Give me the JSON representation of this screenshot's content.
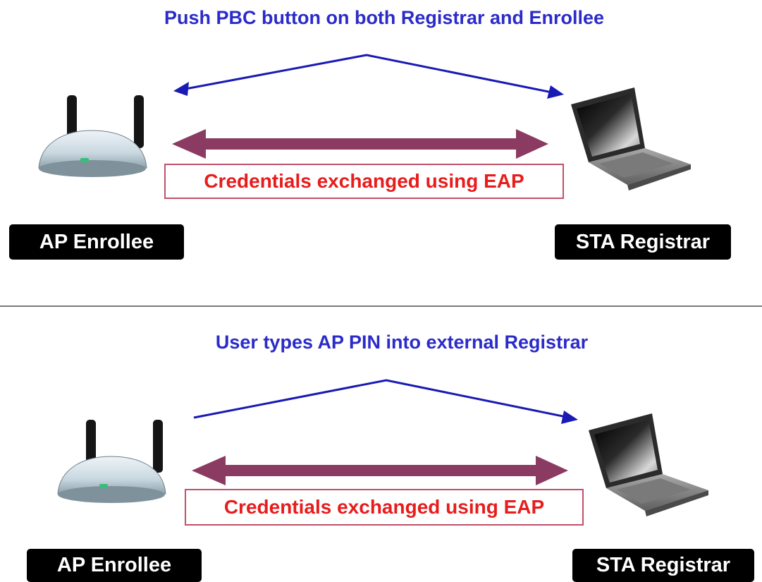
{
  "panels": [
    {
      "caption": "Push PBC button on both Registrar and Enrollee",
      "exchange_label": "Credentials exchanged using EAP",
      "left_device_label": "AP Enrollee",
      "right_device_label": "STA Registrar"
    },
    {
      "caption": "User types AP PIN into external Registrar",
      "exchange_label": "Credentials exchanged using EAP",
      "left_device_label": "AP Enrollee",
      "right_device_label": "STA Registrar"
    }
  ],
  "colors": {
    "caption": "#2b2bc9",
    "exchange_text": "#e81c1c",
    "double_arrow": "#8b3a62",
    "blue_arrow": "#1a1ab4",
    "label_bg": "#000000",
    "label_text": "#ffffff",
    "divider": "#7a7a7a"
  },
  "icons": {
    "left_device": "wireless-router-icon",
    "right_device": "laptop-icon"
  }
}
